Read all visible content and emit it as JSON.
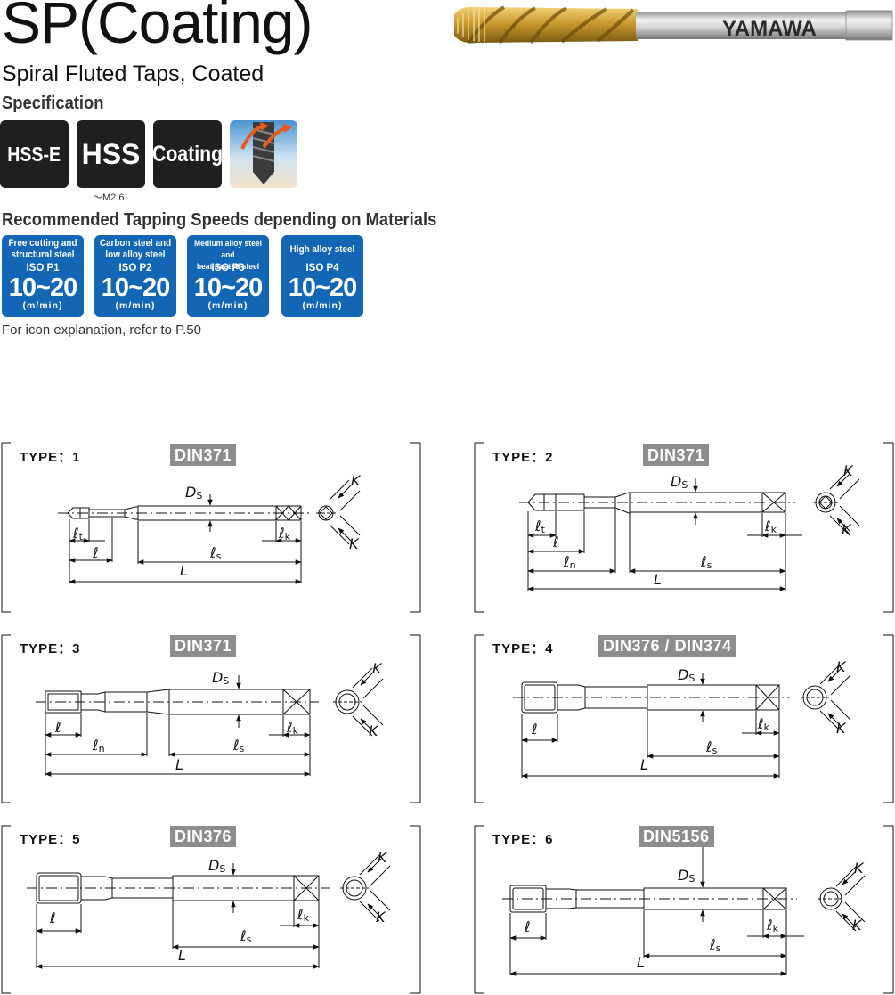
{
  "header": {
    "title": "SP(Coating)",
    "subtitle": "Spiral Fluted Taps, Coated",
    "product_brand": "YAMAWA"
  },
  "specification": {
    "heading": "Specification",
    "icons": [
      {
        "label": "HSS-E",
        "icon": "hss-e-badge"
      },
      {
        "label": "HSS",
        "icon": "hss-badge",
        "note": "～M2.6"
      },
      {
        "label": "Coating",
        "icon": "coating-badge"
      },
      {
        "label": "",
        "icon": "spiral-flute-thread-icon"
      }
    ]
  },
  "speeds": {
    "heading": "Recommended Tapping Speeds depending on Materials",
    "items": [
      {
        "material_line1": "Free cutting and",
        "material_line2": "structural steel",
        "iso": "ISO P1",
        "value": "10~20",
        "unit": "(m/min)"
      },
      {
        "material_line1": "Carbon steel and",
        "material_line2": "low alloy steel",
        "iso": "ISO P2",
        "value": "10~20",
        "unit": "(m/min)"
      },
      {
        "material_line1": "Medium alloy steel and",
        "material_line2": "heat treated steel",
        "iso": "ISO P3",
        "value": "10~20",
        "unit": "(m/min)"
      },
      {
        "material_line1": "High alloy steel",
        "material_line2": "",
        "iso": "ISO P4",
        "value": "10~20",
        "unit": "(m/min)"
      }
    ],
    "note": "For icon explanation, refer to P.50",
    "accent_color": "#1266b4"
  },
  "types": [
    {
      "label": "TYPE：1",
      "din": "DIN371"
    },
    {
      "label": "TYPE：2",
      "din": "DIN371"
    },
    {
      "label": "TYPE：3",
      "din": "DIN371"
    },
    {
      "label": "TYPE：4",
      "din": "DIN376 / DIN374"
    },
    {
      "label": "TYPE：5",
      "din": "DIN376"
    },
    {
      "label": "TYPE：6",
      "din": "DIN5156"
    }
  ],
  "dimension_symbols": {
    "shank_diameter": "D",
    "shank_diameter_sub": "S",
    "square": "K",
    "thread_length_symbol": "ℓ",
    "thread_length_sub": "t",
    "square_length_sub": "k",
    "shank_length_sub": "s",
    "neck_length_sub": "n",
    "overall_length": "L"
  }
}
